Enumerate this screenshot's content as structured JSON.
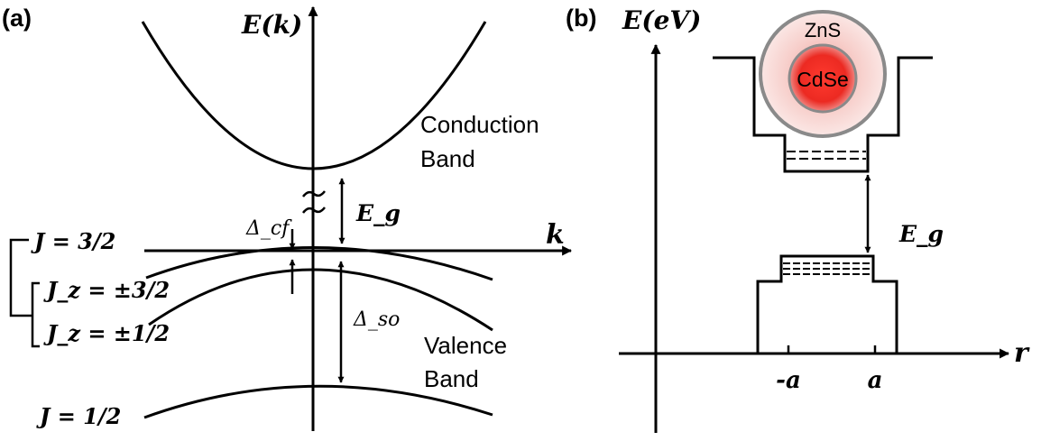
{
  "panel_a": {
    "panel_label": "(a)",
    "y_axis_label": "E(k)",
    "x_axis_label": "k",
    "conduction_label_line1": "Conduction",
    "conduction_label_line2": "Band",
    "valence_label_line1": "Valence",
    "valence_label_line2": "Band",
    "gap_label": "E_g",
    "crystal_field_label": "Δ_cf",
    "spin_orbit_label": "Δ_so",
    "j32_label": "J = 3/2",
    "jz32_label": "J_z = ±3/2",
    "jz12_label": "J_z = ±1/2",
    "j12_label": "J = 1/2"
  },
  "panel_b": {
    "panel_label": "(b)",
    "y_axis_label": "E(eV)",
    "x_axis_label": "r",
    "gap_label": "E_g",
    "shell_label": "ZnS",
    "core_label": "CdSe",
    "tick_neg_label": "-a",
    "tick_pos_label": "a"
  },
  "colors": {
    "line": "#000000",
    "shell_fill": "#f6d3d0",
    "shell_stroke": "#8a8a8a",
    "core_fill": "#e8271f"
  }
}
